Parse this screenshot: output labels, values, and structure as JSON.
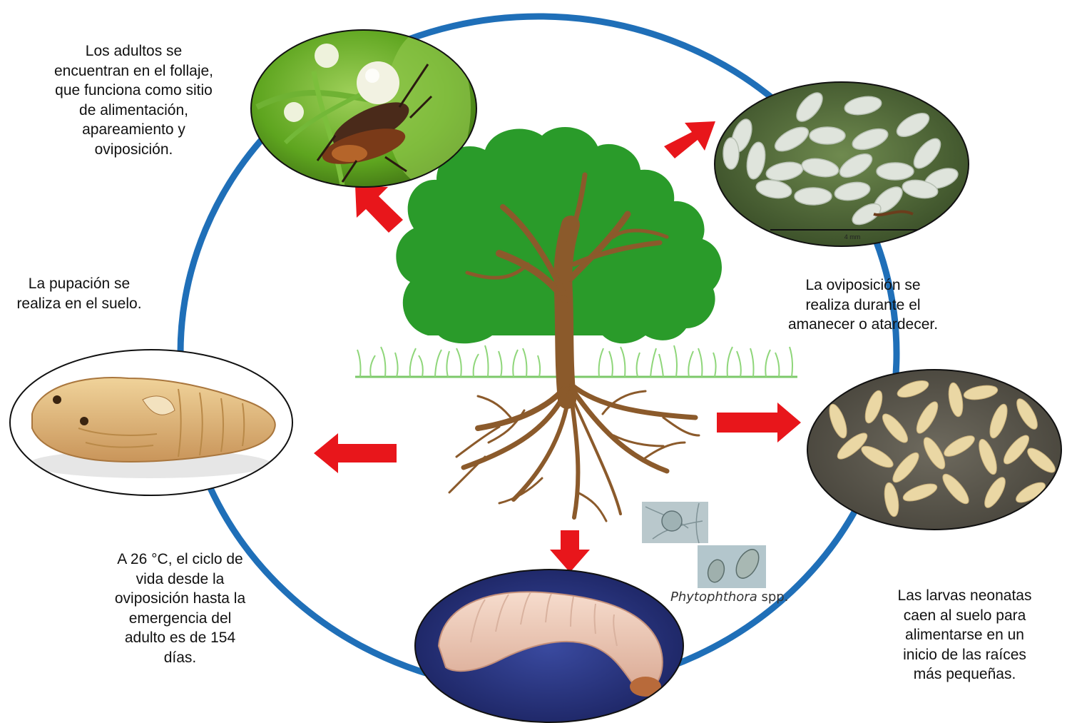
{
  "captions": {
    "adults": "Los adultos se\nencuentran en el follaje,\nque funciona como sitio\nde alimentación,\napareamiento y\noviposición.",
    "pupation": "La pupación se\nrealiza en el suelo.",
    "oviposition": "La oviposición se\nrealiza durante el\namanecer o atardecer.",
    "cycle": "A 26 °C, el ciclo de\nvida desde la\noviposición hasta la\nemergencia del\nadulto es de 154\ndías.",
    "larvae": "Las larvas neonatas\ncaen al suelo para\nalimentarse en un\ninicio de las raíces\nmás pequeñas."
  },
  "pathogen": {
    "genus": "Phytophthora",
    "suffix": " spp."
  },
  "egg_scale_label": "4 mm",
  "colors": {
    "cycle_ring": "#1f6fb8",
    "arrow": "#e8161b",
    "canopy": "#2a9b2a",
    "trunk": "#8b5a2b",
    "grass": "#8fd67a"
  },
  "icons": [
    "tree-icon",
    "grass-icon",
    "adult-weevil-photo",
    "egg-photo",
    "larvae-photo",
    "grub-photo",
    "pupa-photo",
    "micrograph-photo"
  ]
}
